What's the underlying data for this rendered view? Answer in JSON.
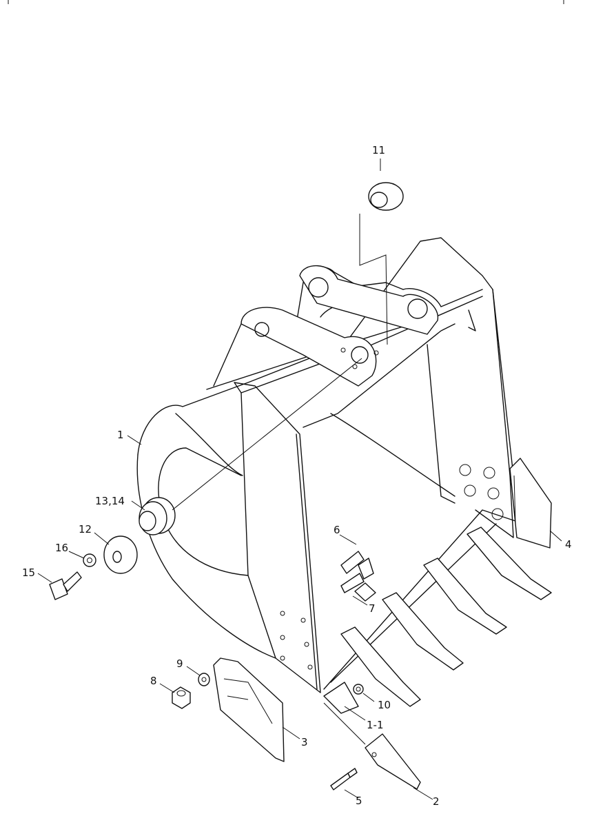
{
  "labels": {
    "p1": "1",
    "p1_1": "1-1",
    "p2": "2",
    "p3": "3",
    "p4": "4",
    "p5": "5",
    "p6": "6",
    "p7": "7",
    "p8": "8",
    "p9": "9",
    "p10": "10",
    "p11": "11",
    "p12": "12",
    "p13_14": "13,14",
    "p15": "15",
    "p16": "16"
  }
}
